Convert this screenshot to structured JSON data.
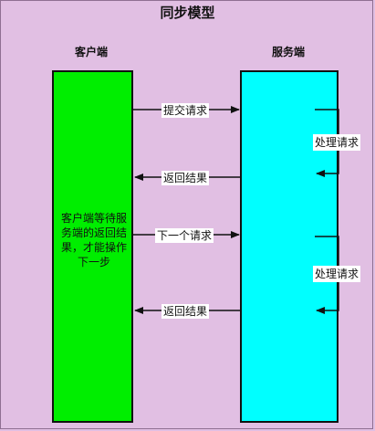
{
  "diagram": {
    "title": "同步模型",
    "client_label": "客户端",
    "server_label": "服务端",
    "client_note": "客户端等待服务端的返回结果，才能操作下一步",
    "messages": {
      "request1": "提交请求",
      "response1": "返回结果",
      "request2": "下一个请求",
      "response2": "返回结果"
    },
    "process": {
      "first": "处理请求",
      "second": "处理请求"
    },
    "colors": {
      "background": "#e1bfe3",
      "client_box": "#00ee00",
      "server_box": "#00ffff"
    }
  }
}
